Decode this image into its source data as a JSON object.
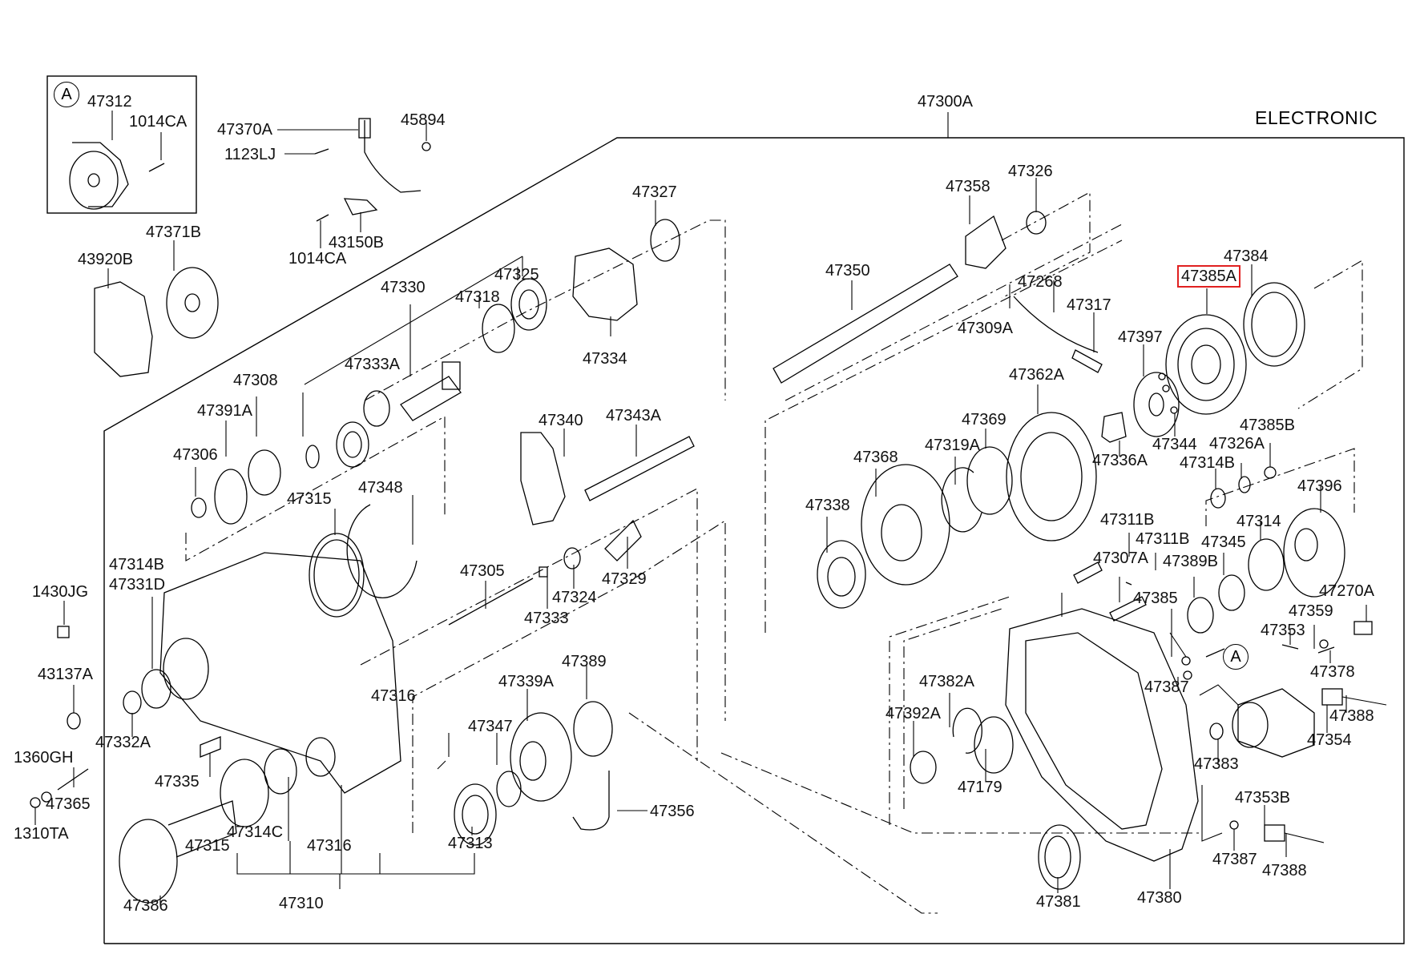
{
  "diagram": {
    "variant_label": "ELECTRONIC",
    "assembly_label": "47300A",
    "inset": {
      "callout": "A",
      "labels": [
        "47312",
        "1014CA"
      ]
    },
    "callout_marker": "A",
    "highlighted_part": "47385A",
    "highlight_color": "#e02020",
    "labels": {
      "p47312": "47312",
      "p1014CA_inset": "1014CA",
      "p47370A": "47370A",
      "p1123LJ": "1123LJ",
      "p45894": "45894",
      "p1014CA": "1014CA",
      "p43150B": "43150B",
      "p43920B": "43920B",
      "p47371B": "47371B",
      "p47300A": "47300A",
      "p47327": "47327",
      "p47330": "47330",
      "p47325": "47325",
      "p47318": "47318",
      "p47334": "47334",
      "p47333A": "47333A",
      "p47308": "47308",
      "p47391A": "47391A",
      "p47306": "47306",
      "p47315a": "47315",
      "p47348": "47348",
      "p47340": "47340",
      "p47343A": "47343A",
      "p47305": "47305",
      "p47324": "47324",
      "p47333": "47333",
      "p47329": "47329",
      "p47314B_left": "47314B",
      "p47331D": "47331D",
      "p1430JG": "1430JG",
      "p43137A": "43137A",
      "p47332A": "47332A",
      "p1360GH": "1360GH",
      "p47365": "47365",
      "p1310TA": "1310TA",
      "p47335": "47335",
      "p47316a": "47316",
      "p47339A": "47339A",
      "p47389": "47389",
      "p47347": "47347",
      "p47356": "47356",
      "p47313": "47313",
      "p47314C": "47314C",
      "p47315b": "47315",
      "p47316b": "47316",
      "p47386": "47386",
      "p47310": "47310",
      "p47358": "47358",
      "p47326": "47326",
      "p47350": "47350",
      "p47268": "47268",
      "p47317": "47317",
      "p47309A": "47309A",
      "p47384": "47384",
      "p47385A": "47385A",
      "p47397": "47397",
      "p47362A": "47362A",
      "p47369": "47369",
      "p47319A": "47319A",
      "p47368": "47368",
      "p47338": "47338",
      "p47336A": "47336A",
      "p47344": "47344",
      "p47385B": "47385B",
      "p47326A": "47326A",
      "p47314B_right": "47314B",
      "p47396": "47396",
      "p47311B_a": "47311B",
      "p47311B_b": "47311B",
      "p47307A": "47307A",
      "p47314": "47314",
      "p47345": "47345",
      "p47389B": "47389B",
      "p47385": "47385",
      "p47270A": "47270A",
      "p47359": "47359",
      "p47353": "47353",
      "p47378": "47378",
      "p47387a": "47387",
      "p47388a": "47388",
      "p47354": "47354",
      "p47383": "47383",
      "p47382A": "47382A",
      "p47392A": "47392A",
      "p47179": "47179",
      "p47353B": "47353B",
      "p47387b": "47387",
      "p47388b": "47388",
      "p47381": "47381",
      "p47380": "47380"
    }
  }
}
